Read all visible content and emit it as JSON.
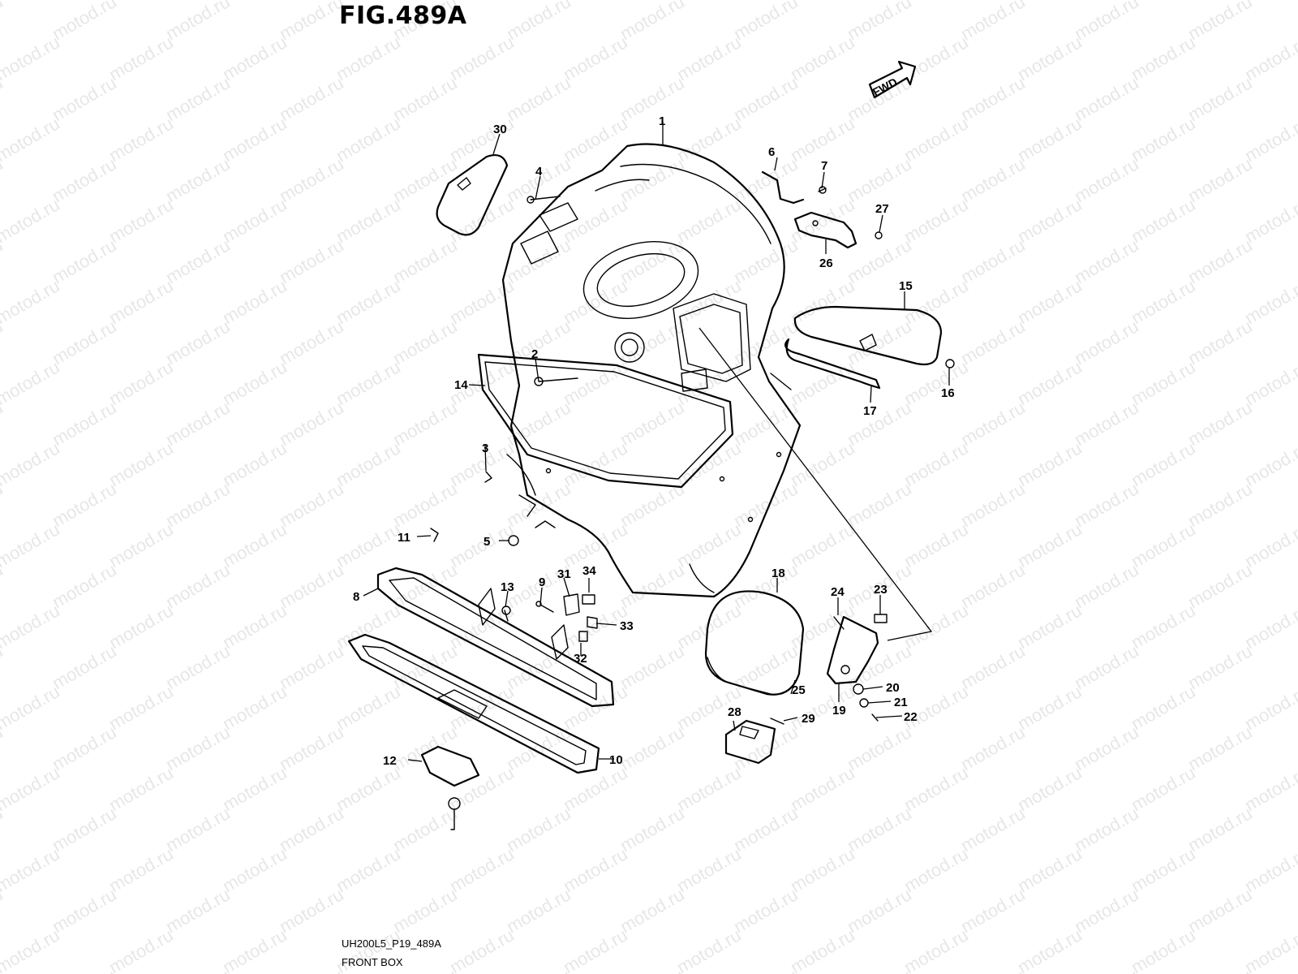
{
  "figure": {
    "title": "FIG.489A",
    "code": "UH200L5_P19_489A",
    "name": "FRONT BOX",
    "watermark": "motod.ru",
    "direction_label": "FWD"
  },
  "callouts": [
    "1",
    "2",
    "3",
    "4",
    "5",
    "6",
    "7",
    "8",
    "9",
    "10",
    "11",
    "12",
    "13",
    "14",
    "15",
    "16",
    "17",
    "18",
    "19",
    "20",
    "21",
    "22",
    "23",
    "24",
    "25",
    "26",
    "27",
    "28",
    "29",
    "30",
    "31",
    "32",
    "33",
    "34"
  ],
  "colors": {
    "ink": "#000000",
    "background": "#ffffff",
    "watermark": "#e7e7e7"
  }
}
